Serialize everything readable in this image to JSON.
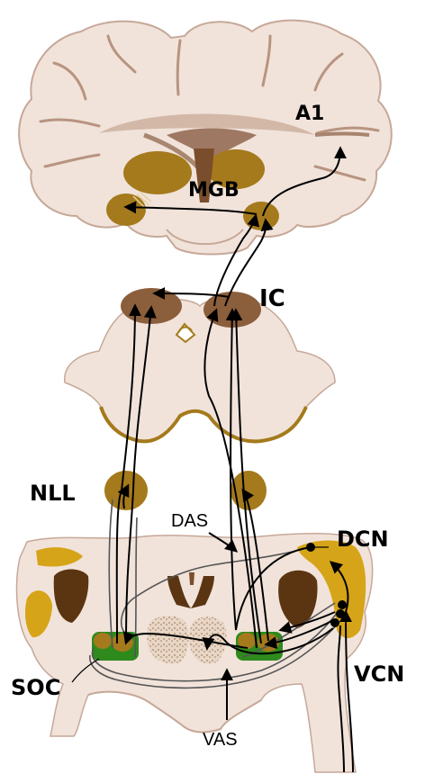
{
  "labels": {
    "a1": "A1",
    "mgb": "MGB",
    "ic": "IC",
    "nll": "NLL",
    "das": "DAS",
    "dcn": "DCN",
    "soc": "SOC",
    "vcn": "VCN",
    "vas": "VAS"
  },
  "colors": {
    "tissue": "#f1e3da",
    "tissue_outline": "#c6a898",
    "sulcus": "#a8846e",
    "nucleus_gold": "#a47a1c",
    "nucleus_brown": "#8b5e3c",
    "nucleus_yellow": "#d6a418",
    "dark_brown": "#5b3512",
    "green": "#2f8a1e",
    "fiber_black": "#000000",
    "fiber_gray": "#555555"
  },
  "icons": [
    "arrowhead-icon",
    "cell-dot-icon"
  ]
}
